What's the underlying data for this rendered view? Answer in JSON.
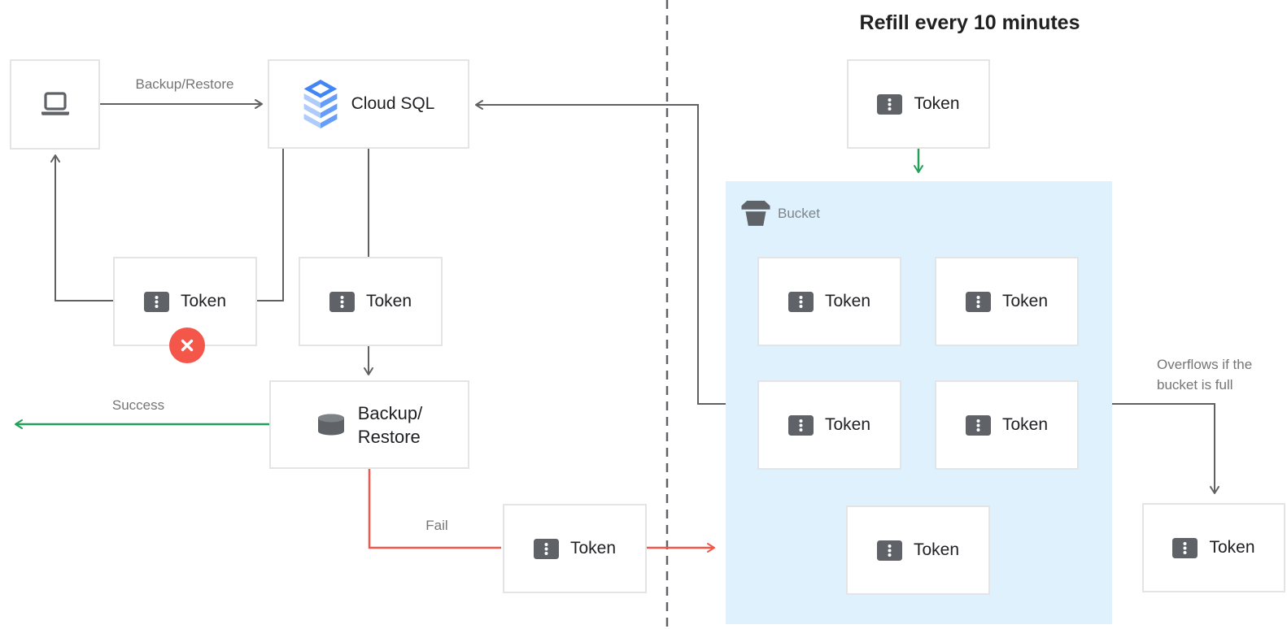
{
  "title": "Refill every 10 minutes",
  "nodes": {
    "cloud_sql_label": "Cloud SQL",
    "backup_restore_line1": "Backup/",
    "backup_restore_line2": "Restore",
    "token_label": "Token",
    "bucket_label": "Bucket"
  },
  "edge_labels": {
    "request": "Backup/Restore",
    "success": "Success",
    "fail": "Fail",
    "overflow_line1": "Overflows if the",
    "overflow_line2": "bucket is full"
  },
  "icons": {
    "client": "laptop-icon",
    "cloud_sql": "cloud-sql-stack-icon",
    "token": "ticket-icon",
    "backup_restore": "database-icon",
    "bucket": "bucket-icon",
    "error": "x-circle-icon"
  },
  "colors": {
    "line_gray": "#616161",
    "success_green": "#22a05a",
    "fail_red": "#f4564a",
    "bucket_background": "#def1fc",
    "cloud_sql_blue": "#4285f4",
    "cloud_sql_light_blue": "#aecbfa",
    "cloud_sql_mid_blue": "#669df6",
    "icon_gray": "#5f6368",
    "label_gray": "#757575",
    "title_text": "#212121",
    "box_border": "#e3e4e6"
  }
}
